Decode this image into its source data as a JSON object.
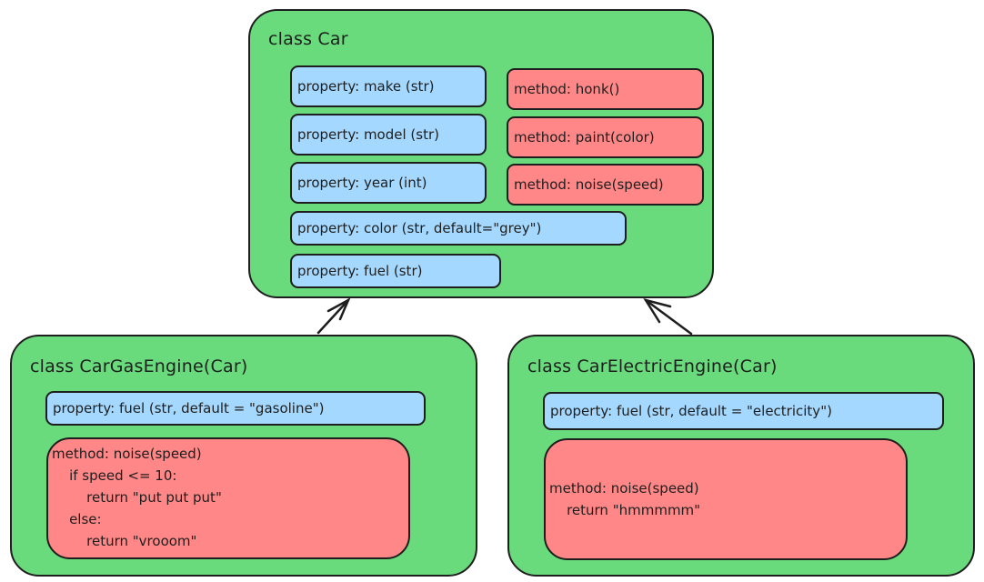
{
  "colors": {
    "class_fill": "#69db7c",
    "property_fill": "#a5d8ff",
    "method_fill": "#ff8787",
    "stroke": "#1e1e1e"
  },
  "classes": {
    "car": {
      "title": "class Car",
      "properties": [
        "property: make (str)",
        "property: model (str)",
        "property: year (int)",
        "property: color (str, default=\"grey\")",
        "property: fuel (str)"
      ],
      "methods": [
        "method: honk()",
        "method: paint(color)",
        "method: noise(speed)"
      ]
    },
    "gas": {
      "title": "class CarGasEngine(Car)",
      "property": "property: fuel (str, default = \"gasoline\")",
      "method_code": "method: noise(speed)\n    if speed <= 10:\n        return \"put put put\"\n    else:\n        return \"vrooom\""
    },
    "electric": {
      "title": "class CarElectricEngine(Car)",
      "property": "property: fuel (str, default = \"electricity\")",
      "method_code": "method: noise(speed)\n    return \"hmmmmm\""
    }
  },
  "relations": [
    {
      "from": "CarGasEngine",
      "to": "Car",
      "type": "inherits"
    },
    {
      "from": "CarElectricEngine",
      "to": "Car",
      "type": "inherits"
    }
  ]
}
